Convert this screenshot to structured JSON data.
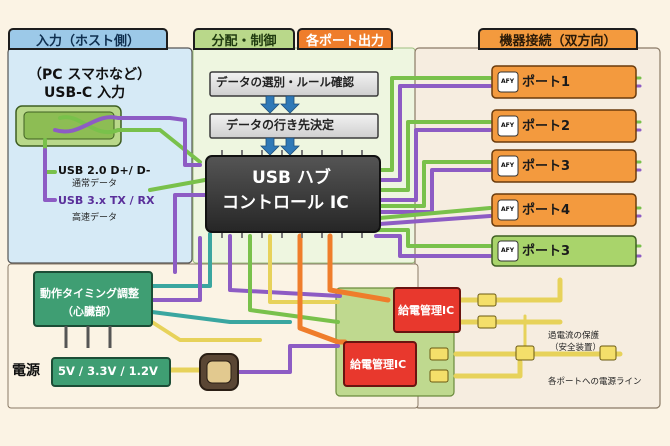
{
  "sections": {
    "input": "入力（ホスト側）",
    "distribution": "分配・制御",
    "port_output": "各ポート出力",
    "devices": "機器接続（双方向）"
  },
  "input_block": {
    "title_line1": "（PC スマホなど）",
    "title_line2": "USB-C 入力",
    "usb2": "USB 2.0 D+/ D-",
    "usb2_sub": "通常データ",
    "usb3": "USB 3.x TX / RX",
    "usb3_sub": "高速データ"
  },
  "logic": {
    "select_rule": "データの選別・ルール確認",
    "destination": "データの行き先決定"
  },
  "hub_ic": {
    "line1": "USB ハブ",
    "line2": "コントロール IC"
  },
  "ports": [
    {
      "label": "ポート1",
      "badge": "AFY",
      "color": "#f39a3e"
    },
    {
      "label": "ポート2",
      "badge": "AFY",
      "color": "#f39a3e"
    },
    {
      "label": "ポート3",
      "badge": "AFY",
      "color": "#f39a3e"
    },
    {
      "label": "ポート4",
      "badge": "AFY",
      "color": "#f39a3e"
    },
    {
      "label": "ポート3",
      "badge": "AFY",
      "color": "#a9d46b"
    }
  ],
  "timing": {
    "line1": "動作タイミング調整",
    "line2": "（心臓部）"
  },
  "power": {
    "label": "電源",
    "voltages": "5V / 3.3V / 1.2V"
  },
  "pmic": [
    {
      "label": "給電管理IC"
    },
    {
      "label": "給電管理IC"
    }
  ],
  "annotations": {
    "overcurrent_line1": "過電流の保護",
    "overcurrent_line2": "（安全装置）",
    "power_lines": "各ポートへの電源ライン"
  },
  "colors": {
    "input_bg": "#d6eaf6",
    "dist_bg": "#eef6e0",
    "device_bg": "#f6ede0",
    "port_orange": "#f39a3e",
    "port_green": "#a9d46b",
    "ic_dark": "#3a3a3a",
    "wire_green": "#79c14b",
    "wire_purple": "#8d5cc4",
    "wire_teal": "#3aa6a0",
    "wire_yellow": "#e7d25a",
    "wire_orange": "#ef7d2b"
  }
}
